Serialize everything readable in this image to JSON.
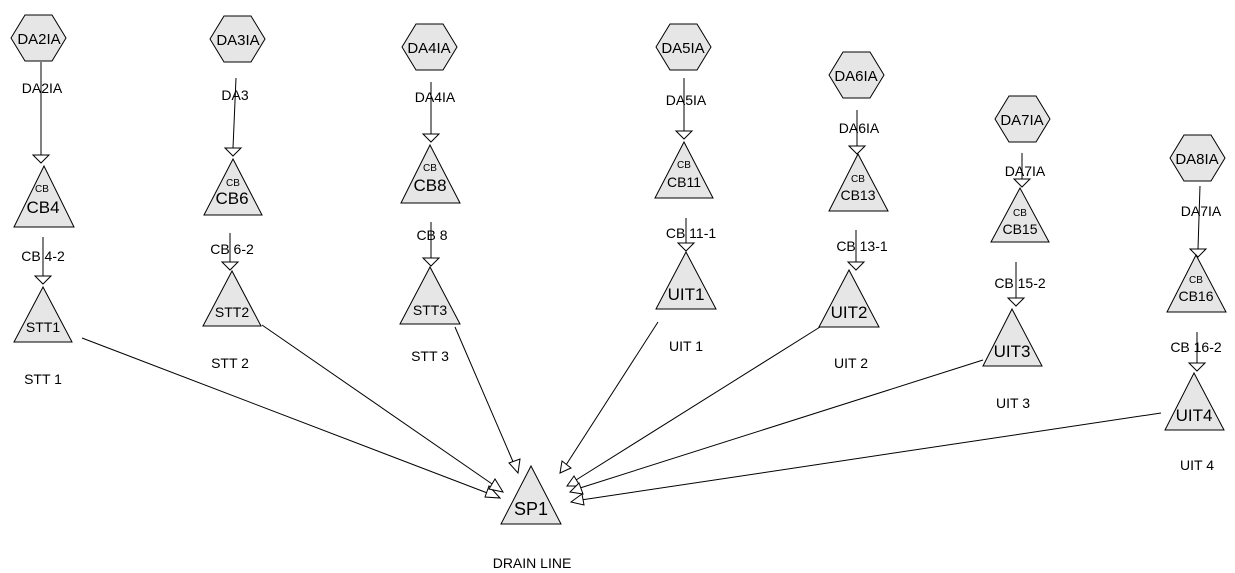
{
  "colors": {
    "node_fill": "#e6e6e6",
    "stroke": "#000000",
    "background": "#ffffff"
  },
  "nodes": {
    "DA2IA": "DA2IA",
    "DA3IA": "DA3IA",
    "DA4IA": "DA4IA",
    "DA5IA": "DA5IA",
    "DA6IA": "DA6IA",
    "DA7IA": "DA7IA",
    "DA8IA": "DA8IA",
    "CB4": "CB4",
    "CB6": "CB6",
    "CB8": "CB8",
    "CB11": "CB11",
    "CB13": "CB13",
    "CB15": "CB15",
    "CB16": "CB16",
    "STT1": "STT1",
    "STT2": "STT2",
    "STT3": "STT3",
    "UIT1": "UIT1",
    "UIT2": "UIT2",
    "UIT3": "UIT3",
    "UIT4": "UIT4",
    "SP1": "SP1"
  },
  "node_sublabel": "CB",
  "edge_labels": {
    "e_DA2IA": "DA2IA",
    "e_DA3IA": "DA3",
    "e_DA4IA": "DA4IA",
    "e_DA5IA": "DA5IA",
    "e_DA6IA": "DA6IA",
    "e_DA7IA": "DA7IA",
    "e_DA8IA": "DA7IA",
    "e_CB4": "CB 4-2",
    "e_CB6": "CB 6-2",
    "e_CB8": "CB 8",
    "e_CB11": "CB 11-1",
    "e_CB13": "CB 13-1",
    "e_CB15": "CB 15-2",
    "e_CB16": "CB 16-2",
    "e_STT1": "STT 1",
    "e_STT2": "STT 2",
    "e_STT3": "STT 3",
    "e_UIT1": "UIT 1",
    "e_UIT2": "UIT 2",
    "e_UIT3": "UIT 3",
    "e_UIT4": "UIT 4"
  },
  "sink_label": "DRAIN LINE"
}
